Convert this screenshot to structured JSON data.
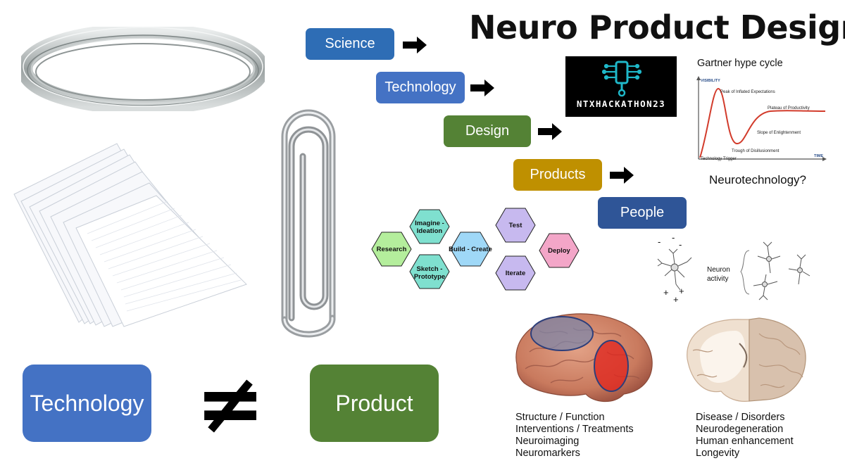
{
  "title": "Neuro Product Design",
  "flow": {
    "steps": [
      "Science",
      "Technology",
      "Design",
      "Products",
      "People"
    ]
  },
  "hackathon_logo_text": "NTXHACKATHON23",
  "gartner": {
    "title": "Gartner hype cycle",
    "y_axis": "VISIBILITY",
    "x_axis": "TIME",
    "phases": [
      "Peak of Inflated Expectations",
      "Plateau of Productivity",
      "Slope of Enlightenment",
      "Trough of Disillusionment",
      "Technology Trigger"
    ]
  },
  "neurotech_question": "Neurotechnology?",
  "hexagons": {
    "research": "Research",
    "imagine_1": "Imagine -",
    "imagine_2": "Ideation",
    "sketch_1": "Sketch -",
    "sketch_2": "Prototype",
    "build": "Build - Create",
    "test": "Test",
    "iterate": "Iterate",
    "deploy": "Deploy"
  },
  "neuron": {
    "label_1": "Neuron",
    "label_2": "activity",
    "minus": "-",
    "plus": "+"
  },
  "bottom": {
    "left_box": "Technology",
    "right_box": "Product",
    "not_equal": "≠"
  },
  "brain_list": [
    "Structure / Function",
    "Interventions / Treatments",
    "Neuroimaging",
    "Neuromarkers"
  ],
  "disease_list": [
    "Disease / Disorders",
    "Neurodegeneration",
    "Human enhancement",
    "Longevity"
  ],
  "colors": {
    "science": "#2e6db5",
    "technology": "#4472c4",
    "design": "#548235",
    "products": "#bf9000",
    "people": "#2f5597",
    "product_box": "#548235",
    "tech_box": "#4472c4",
    "hex_research": "#b4ee9c",
    "hex_imagine": "#7fe0cf",
    "hex_build": "#9fd8f7",
    "hex_test": "#c7b9ef",
    "hex_deploy": "#f3a6c8"
  }
}
